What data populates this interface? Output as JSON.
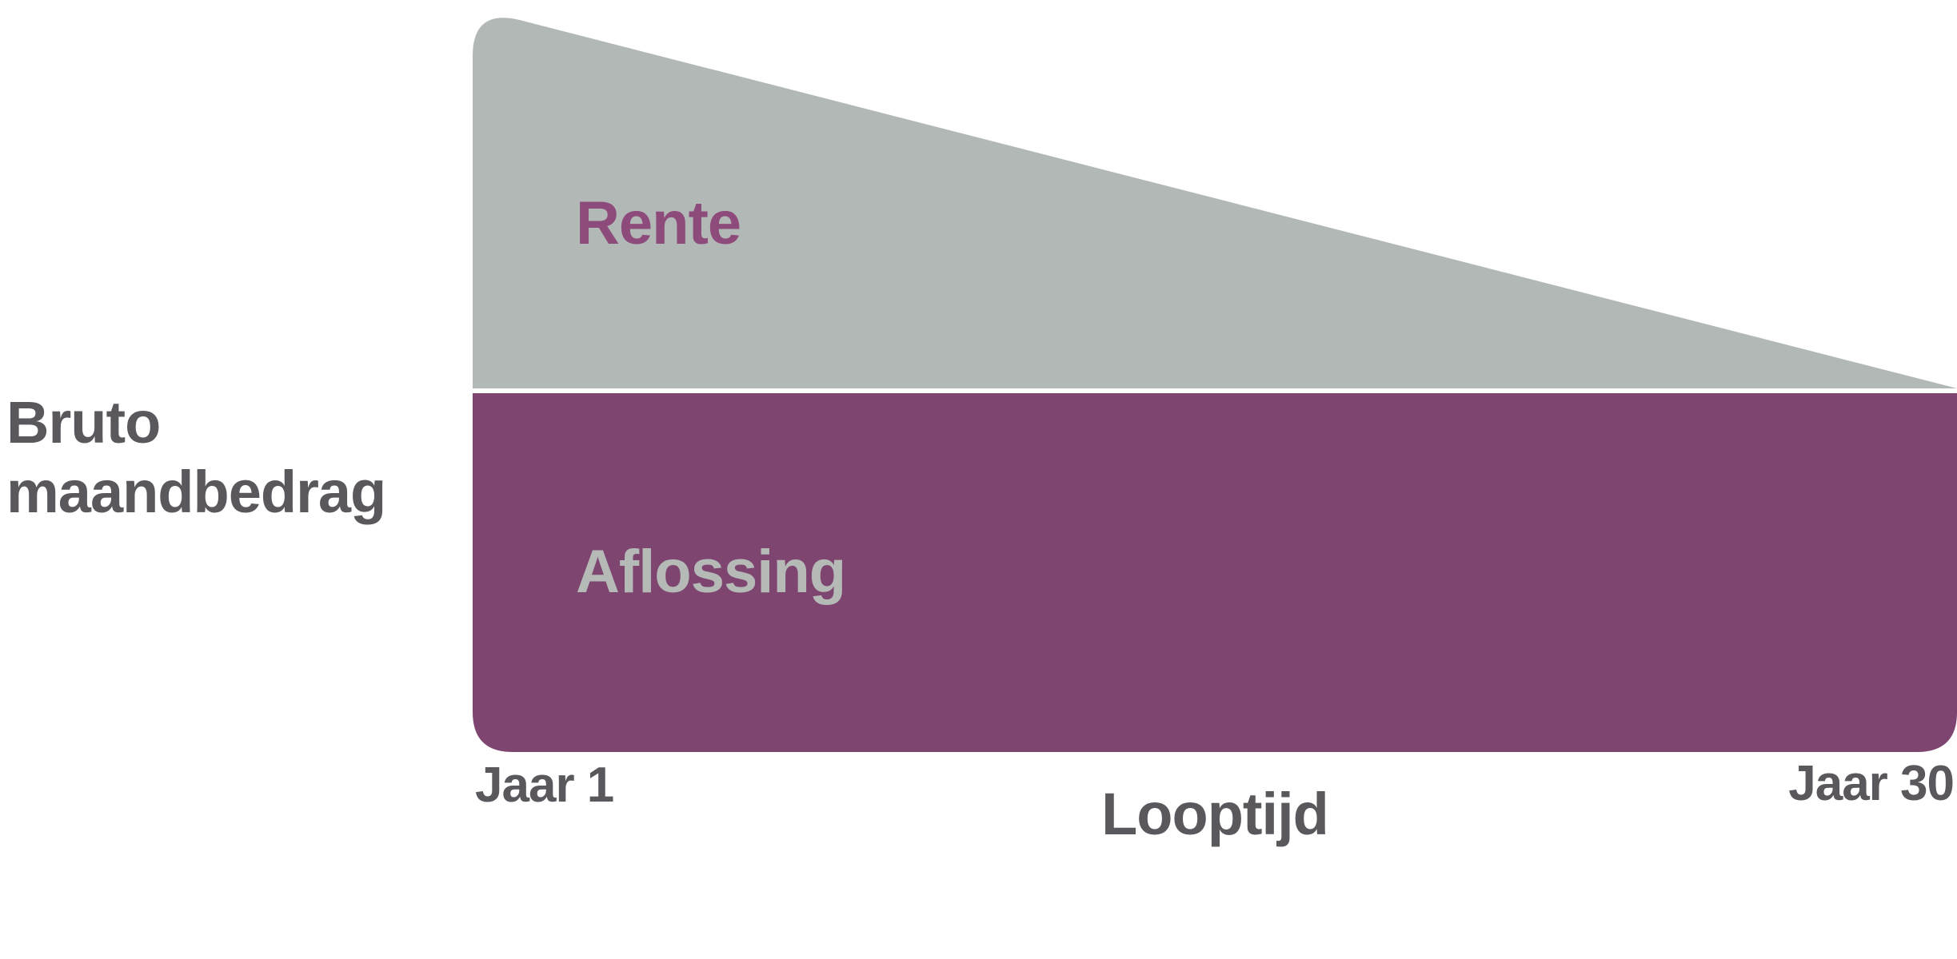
{
  "figure": {
    "labels": {
      "rente": "Rente",
      "aflossing": "Aflossing",
      "y_axis": "Bruto maandbedrag",
      "x_axis": "Looptijd",
      "x_start": "Jaar 1",
      "x_end": "Jaar 30"
    }
  },
  "colors": {
    "background": "#ffffff",
    "rente_fill": "#b2b8b5",
    "aflossing_fill": "#7e4570",
    "rente_label_text": "#8d4b7c",
    "aflossing_label_text": "#b5bab7",
    "axis_text": "#5a575d",
    "area_separator": "#ffffff"
  },
  "chart_data": {
    "type": "area",
    "stacked": true,
    "x": [
      "Jaar 1",
      "Jaar 30"
    ],
    "x_numeric": [
      1,
      30
    ],
    "xlabel": "Looptijd",
    "ylabel": "Bruto maandbedrag",
    "title": "",
    "grid": false,
    "y_axis_ticks_shown": false,
    "legend_position": "labels-inside-areas",
    "y_units": "relative height (no numeric scale shown)",
    "ylim": [
      0,
      220
    ],
    "series": [
      {
        "name": "Aflossing",
        "values": [
          100,
          100
        ],
        "shape": "constant horizontal band",
        "fill_color": "#7e4570",
        "label_color": "#b5bab7"
      },
      {
        "name": "Rente",
        "values": [
          106,
          0
        ],
        "shape": "linearly decreasing wedge stacked on top",
        "fill_color": "#b2b8b5",
        "label_color": "#8d4b7c"
      }
    ]
  }
}
